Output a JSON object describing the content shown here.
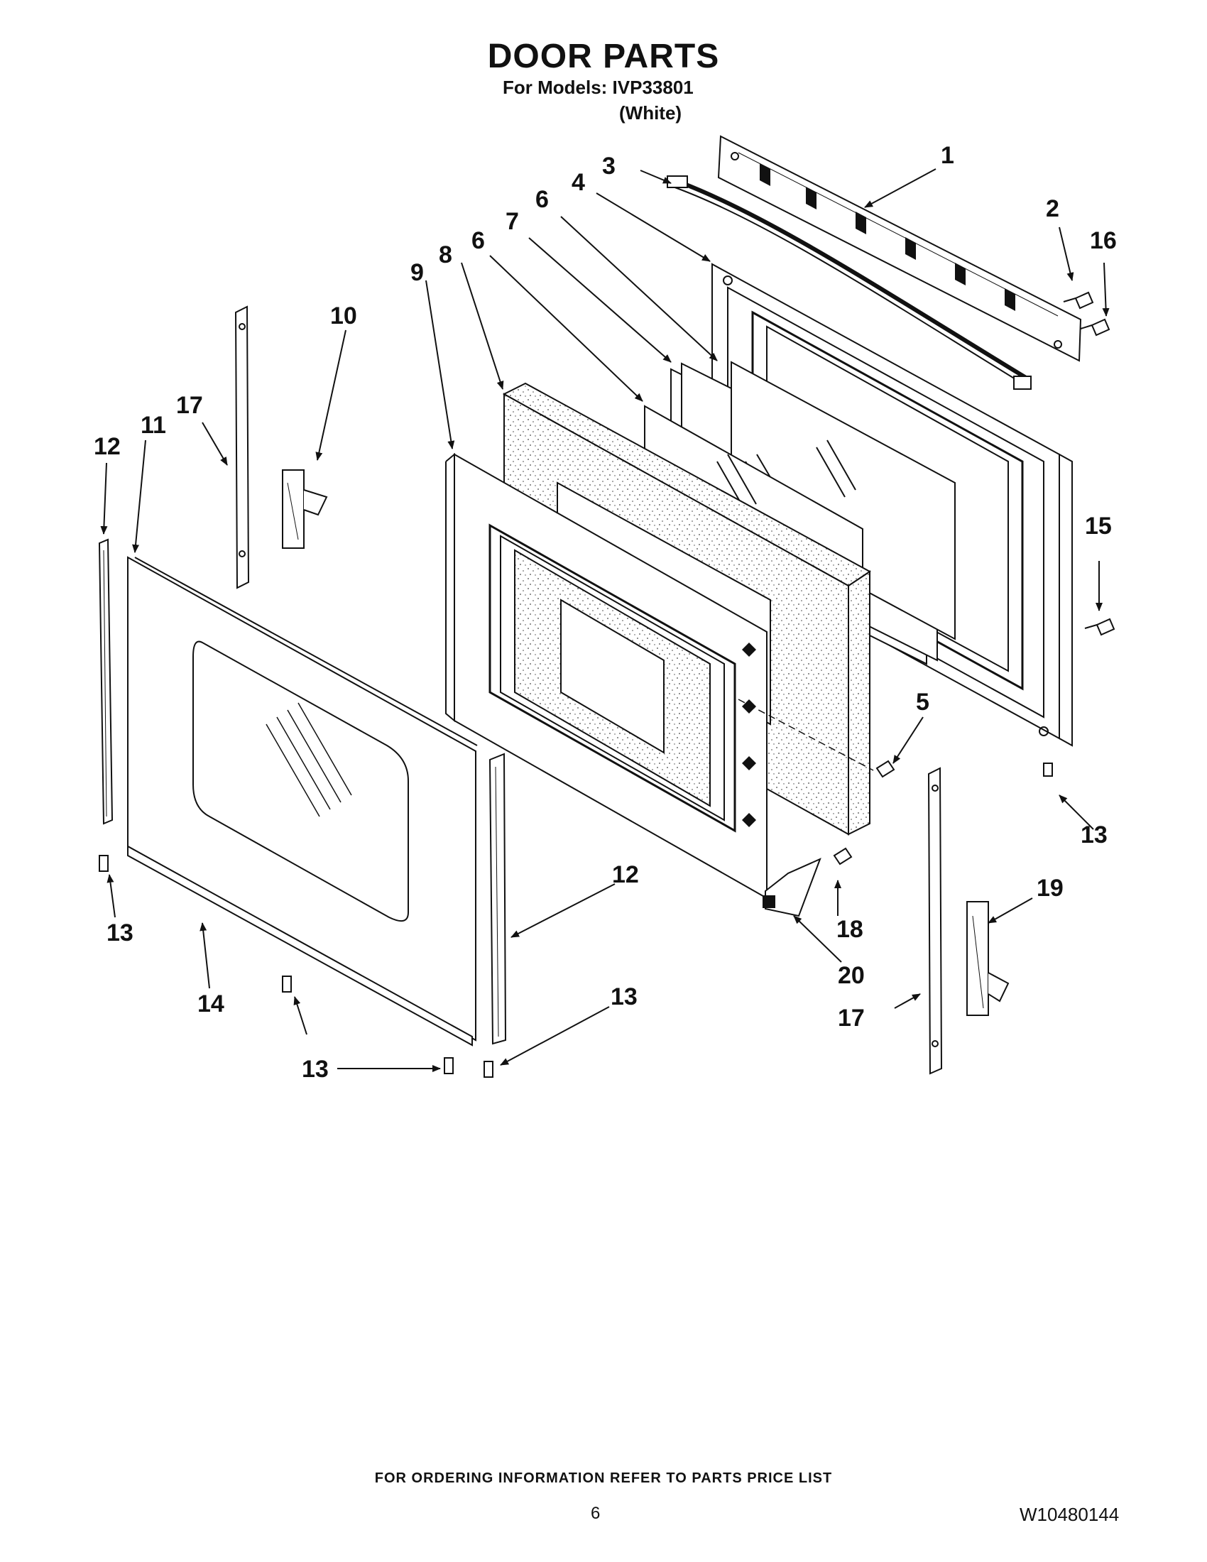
{
  "header": {
    "title": "DOOR PARTS",
    "models_line": "For Models: IVP33801",
    "color_line": "(White)"
  },
  "callouts": [
    "1",
    "2",
    "3",
    "4",
    "6",
    "7",
    "6",
    "8",
    "9",
    "10",
    "16",
    "17",
    "11",
    "12",
    "15",
    "5",
    "13",
    "12",
    "18",
    "19",
    "13",
    "14",
    "20",
    "17",
    "13",
    "13"
  ],
  "footer": {
    "ordering_note": "FOR ORDERING INFORMATION REFER TO PARTS PRICE LIST",
    "page_number": "6",
    "document_number": "W10480144"
  }
}
